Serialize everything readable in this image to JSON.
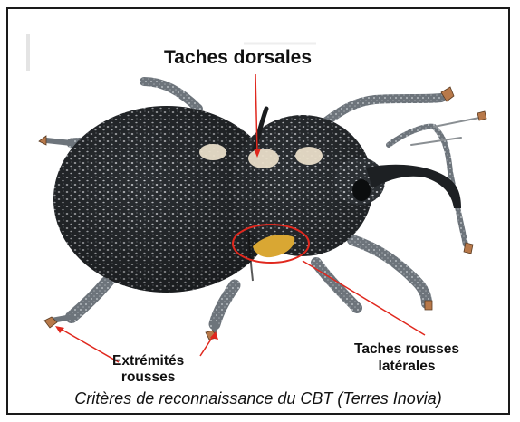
{
  "labels": {
    "dorsal": "Taches dorsales",
    "extremites_line1": "Extrémités",
    "extremites_line2": "rousses",
    "laterales_line1": "Taches  rousses",
    "laterales_line2": "latérales"
  },
  "caption": "Critères de reconnaissance du CBT (Terres Inovia)",
  "colors": {
    "annotation_red": "#e0281e",
    "spot_rust": "#d9a733",
    "frame": "#1a1a1a"
  }
}
